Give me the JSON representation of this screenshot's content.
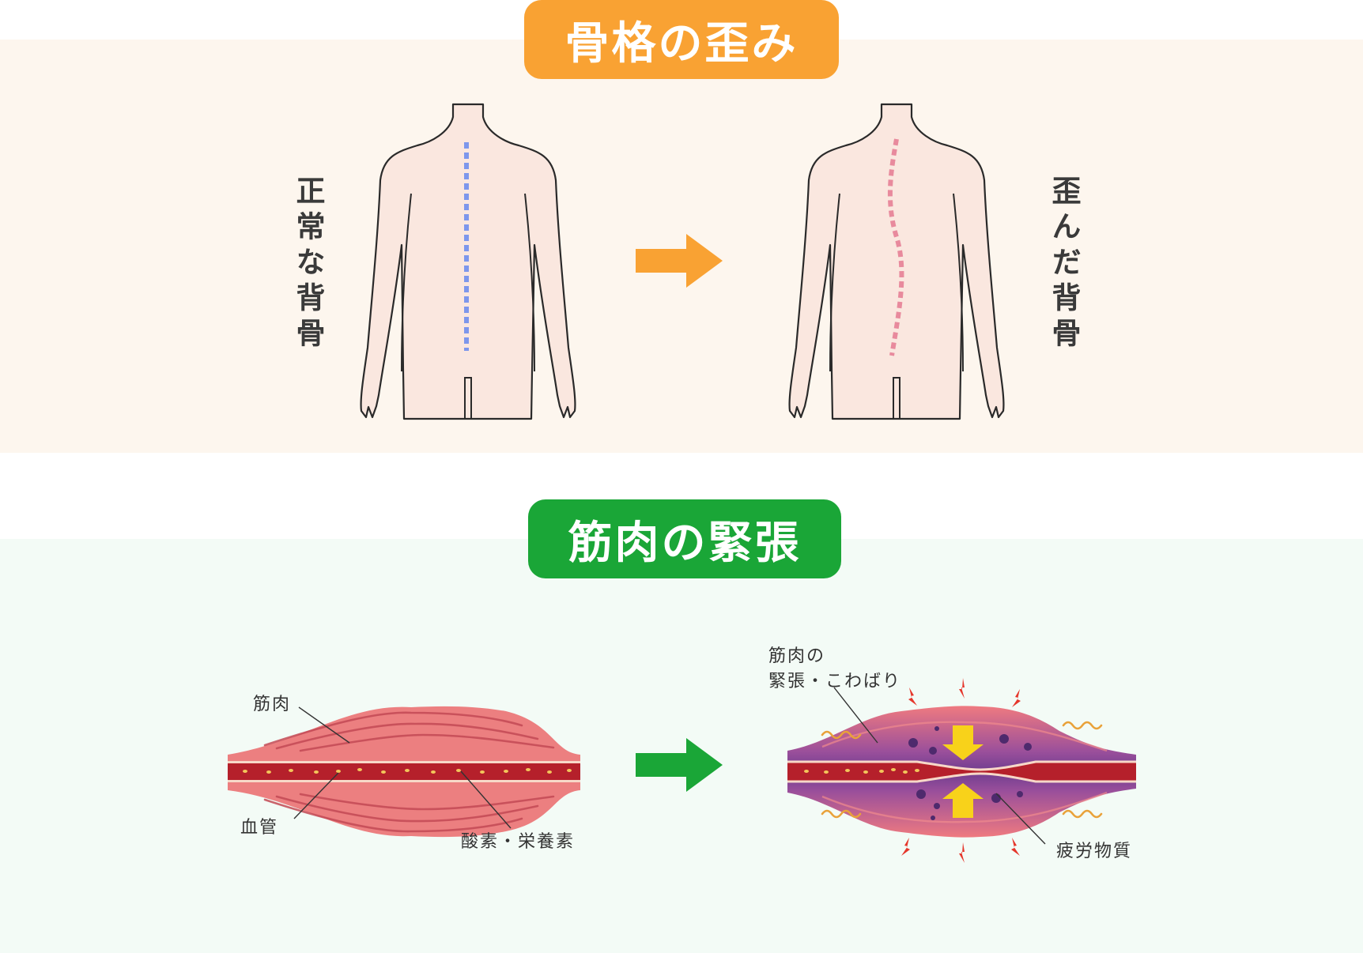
{
  "colors": {
    "orange": "#f9a233",
    "green": "#1aa637",
    "top_panel_bg": "#fdf6ee",
    "bottom_panel_bg": "#f3fbf6",
    "skin": "#fae7df",
    "normal_spine": "#7d97ec",
    "distorted_spine": "#e88a9d"
  },
  "skeleton": {
    "title": "骨格の歪み",
    "normal_label": "正常な背骨",
    "distorted_label": "歪んだ背骨"
  },
  "muscle": {
    "title": "筋肉の緊張",
    "labels": {
      "muscle": "筋肉",
      "vessel": "血管",
      "nutrients": "酸素・栄養素",
      "tension_line1": "筋肉の",
      "tension_line2": "緊張・こわばり",
      "fatigue": "疲労物質"
    }
  }
}
